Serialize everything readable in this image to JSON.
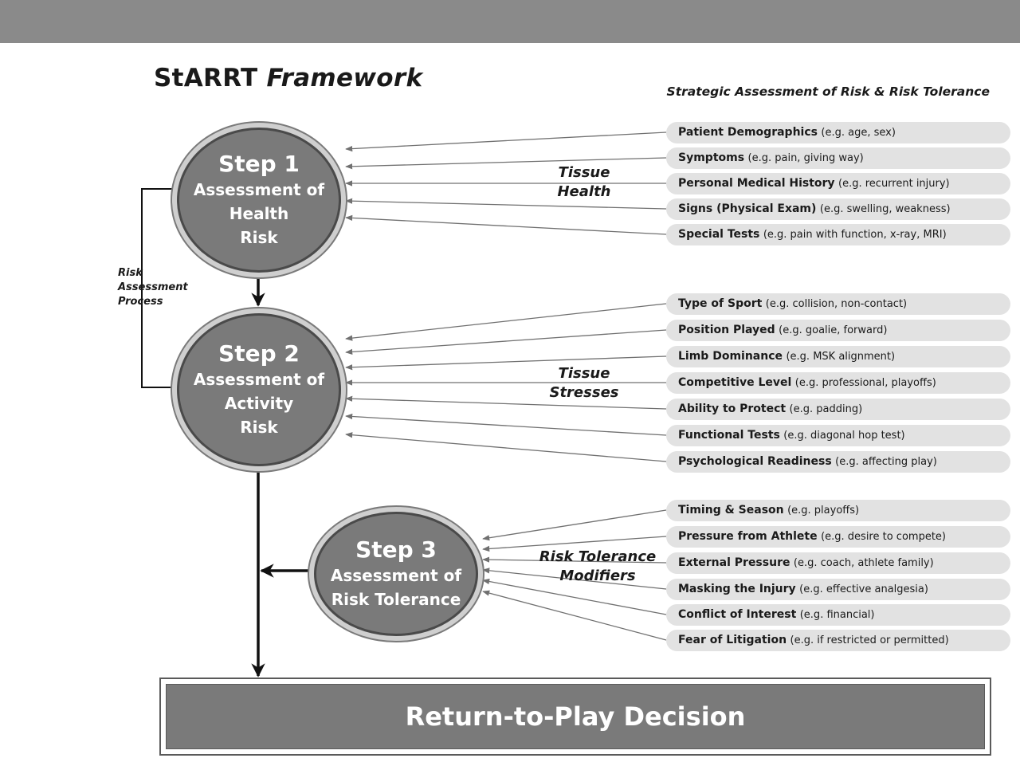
{
  "title": {
    "main": "StARRT",
    "italic": "Framework"
  },
  "subtitle": "Strategic Assessment of Risk & Risk Tolerance",
  "process_label": [
    "Risk",
    "Assessment",
    "Process"
  ],
  "steps": [
    {
      "step": "Step 1",
      "lines": [
        "Assessment of",
        "Health",
        "Risk"
      ]
    },
    {
      "step": "Step 2",
      "lines": [
        "Assessment of",
        "Activity",
        "Risk"
      ]
    },
    {
      "step": "Step 3",
      "lines": [
        "Assessment of",
        "Risk Tolerance"
      ]
    }
  ],
  "groups": [
    {
      "lines": [
        "Tissue",
        "Health"
      ]
    },
    {
      "lines": [
        "Tissue",
        "Stresses"
      ]
    },
    {
      "lines": [
        "Risk Tolerance",
        "Modifiers"
      ]
    }
  ],
  "factors": [
    [
      {
        "name": "Patient Demographics",
        "example": "(e.g. age, sex)"
      },
      {
        "name": "Symptoms",
        "example": "(e.g. pain, giving way)"
      },
      {
        "name": "Personal Medical History",
        "example": "(e.g. recurrent injury)"
      },
      {
        "name": "Signs (Physical Exam)",
        "example": "(e.g. swelling, weakness)"
      },
      {
        "name": "Special Tests",
        "example": "(e.g. pain with function, x-ray, MRI)"
      }
    ],
    [
      {
        "name": "Type of Sport",
        "example": "(e.g. collision, non-contact)"
      },
      {
        "name": "Position Played",
        "example": "(e.g. goalie, forward)"
      },
      {
        "name": "Limb Dominance",
        "example": "(e.g. MSK alignment)"
      },
      {
        "name": "Competitive Level",
        "example": "(e.g. professional, playoffs)"
      },
      {
        "name": "Ability to Protect",
        "example": "(e.g. padding)"
      },
      {
        "name": "Functional Tests",
        "example": "(e.g. diagonal hop test)"
      },
      {
        "name": "Psychological Readiness",
        "example": "(e.g. affecting play)"
      }
    ],
    [
      {
        "name": "Timing & Season",
        "example": "(e.g. playoffs)"
      },
      {
        "name": "Pressure from Athlete",
        "example": "(e.g. desire to compete)"
      },
      {
        "name": "External Pressure",
        "example": "(e.g. coach, athlete family)"
      },
      {
        "name": "Masking the Injury",
        "example": "(e.g. effective analgesia)"
      },
      {
        "name": "Conflict of Interest",
        "example": "(e.g. financial)"
      },
      {
        "name": "Fear of Litigation",
        "example": "(e.g. if restricted or permitted)"
      }
    ]
  ],
  "decision": "Return-to-Play Decision"
}
